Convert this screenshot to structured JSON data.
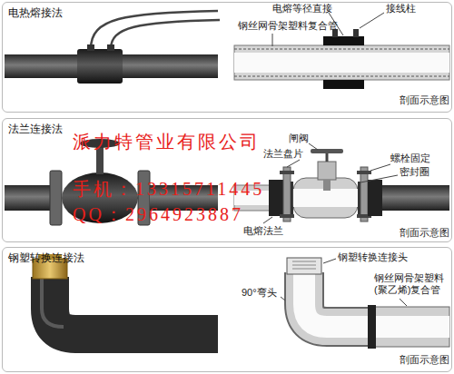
{
  "diagram": {
    "nodes": [
      {
        "text": [
          "电热熔接法"
        ]
      },
      {
        "text": [
          "法兰连接法"
        ]
      },
      {
        "text": [
          "钢塑转换连接法"
        ]
      }
    ],
    "labels": [
      "电熔等径直接",
      "接线柱",
      "钢丝网骨架塑料复合管",
      "剖面示意图",
      "派力特管业有限公司",
      "手机：13315711445",
      "QQ：2964923887",
      "闸阀",
      "法兰盘片",
      "螺栓固定",
      "密封圈",
      "电熔法兰",
      "剖面示意图",
      "钢塑转换连接头",
      "90°弯头",
      "钢丝网骨架塑料 (聚乙烯)复合管",
      "剖面示意图"
    ]
  }
}
